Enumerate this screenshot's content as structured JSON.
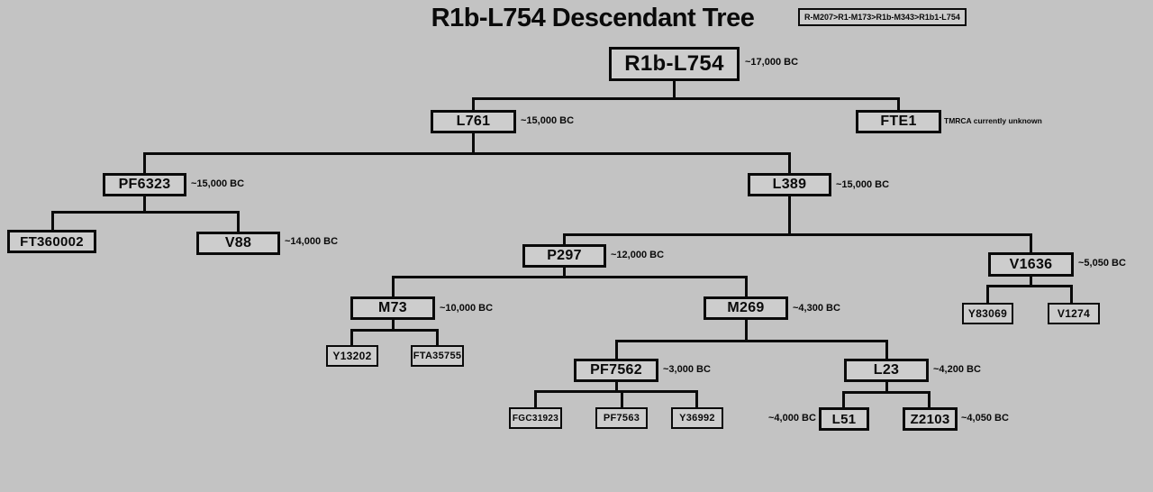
{
  "title": "R1b-L754 Descendant Tree",
  "breadcrumb": "R-M207>R1-M173>R1b-M343>R1b1-L754",
  "colors": {
    "background": "#c3c3c3",
    "box_fill": "#cdcdcd",
    "line": "#0a0a0a",
    "text": "#0a0a0a"
  },
  "nodes": {
    "r1b_l754": {
      "label": "R1b-L754",
      "time": "~17,000 BC"
    },
    "l761": {
      "label": "L761",
      "time": "~15,000 BC"
    },
    "fte1": {
      "label": "FTE1",
      "note": "TMRCA currently unknown"
    },
    "pf6323": {
      "label": "PF6323",
      "time": "~15,000 BC"
    },
    "l389": {
      "label": "L389",
      "time": "~15,000 BC"
    },
    "ft360002": {
      "label": "FT360002"
    },
    "v88": {
      "label": "V88",
      "time": "~14,000 BC"
    },
    "p297": {
      "label": "P297",
      "time": "~12,000 BC"
    },
    "v1636": {
      "label": "V1636",
      "time": "~5,050 BC"
    },
    "m73": {
      "label": "M73",
      "time": "~10,000 BC"
    },
    "m269": {
      "label": "M269",
      "time": "~4,300 BC"
    },
    "y83069": {
      "label": "Y83069"
    },
    "v1274": {
      "label": "V1274"
    },
    "y13202": {
      "label": "Y13202"
    },
    "fta35755": {
      "label": "FTA35755"
    },
    "pf7562": {
      "label": "PF7562",
      "time": "~3,000 BC"
    },
    "l23": {
      "label": "L23",
      "time": "~4,200 BC"
    },
    "fgc31923": {
      "label": "FGC31923"
    },
    "pf7563": {
      "label": "PF7563"
    },
    "y36992": {
      "label": "Y36992"
    },
    "l51": {
      "label": "L51",
      "time": "~4,000 BC"
    },
    "z2103": {
      "label": "Z2103",
      "time": "~4,050 BC"
    }
  },
  "tree": {
    "label": "R1b-L754",
    "children": [
      {
        "label": "L761",
        "children": [
          {
            "label": "PF6323",
            "children": [
              {
                "label": "FT360002"
              },
              {
                "label": "V88"
              }
            ]
          },
          {
            "label": "L389",
            "children": [
              {
                "label": "P297",
                "children": [
                  {
                    "label": "M73",
                    "children": [
                      {
                        "label": "Y13202"
                      },
                      {
                        "label": "FTA35755"
                      }
                    ]
                  },
                  {
                    "label": "M269",
                    "children": [
                      {
                        "label": "PF7562",
                        "children": [
                          {
                            "label": "FGC31923"
                          },
                          {
                            "label": "PF7563"
                          },
                          {
                            "label": "Y36992"
                          }
                        ]
                      },
                      {
                        "label": "L23",
                        "children": [
                          {
                            "label": "L51"
                          },
                          {
                            "label": "Z2103"
                          }
                        ]
                      }
                    ]
                  }
                ]
              },
              {
                "label": "V1636",
                "children": [
                  {
                    "label": "Y83069"
                  },
                  {
                    "label": "V1274"
                  }
                ]
              }
            ]
          }
        ]
      },
      {
        "label": "FTE1"
      }
    ]
  }
}
